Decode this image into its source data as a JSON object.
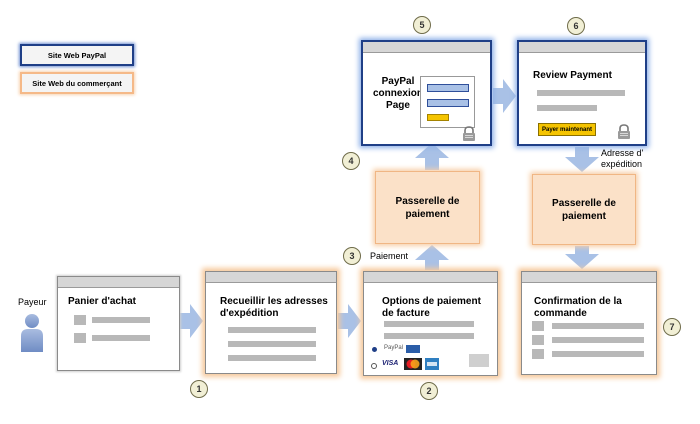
{
  "legend": {
    "paypal_site": "Site Web PayPal",
    "merchant_site": "Site Web du commerçant"
  },
  "payer_label": "Payeur",
  "windows": {
    "cart": {
      "title": "Panier d'achat"
    },
    "shipping": {
      "title": "Recueillir les adresses d'expédition"
    },
    "billing": {
      "title": "Options de paiement de facture",
      "paypal_option": "PayPal",
      "visa": "VISA"
    },
    "confirmation": {
      "title": "Confirmation de la commande"
    },
    "paypal_login": {
      "title": "PayPal connexion Page"
    },
    "review": {
      "title": "Review Payment",
      "pay_button": "Payer maintenant"
    }
  },
  "gateways": {
    "left": "Passerelle de paiement",
    "right": "Passerelle de paiement"
  },
  "labels": {
    "payment": "Paiement",
    "shipping_address": "Adresse d' expédition"
  },
  "steps": [
    "1",
    "2",
    "3",
    "4",
    "5",
    "6",
    "7"
  ],
  "colors": {
    "paypal_border": "#1f3f87",
    "merchant_glow": "#f6c99c",
    "arrow": "#a9c1e6",
    "gateway_fill": "#fbe1c8",
    "pay_button": "#f5c400"
  },
  "icons": [
    "user-icon",
    "lock-icon",
    "arrow-icon",
    "mastercard-icon",
    "amex-icon"
  ]
}
